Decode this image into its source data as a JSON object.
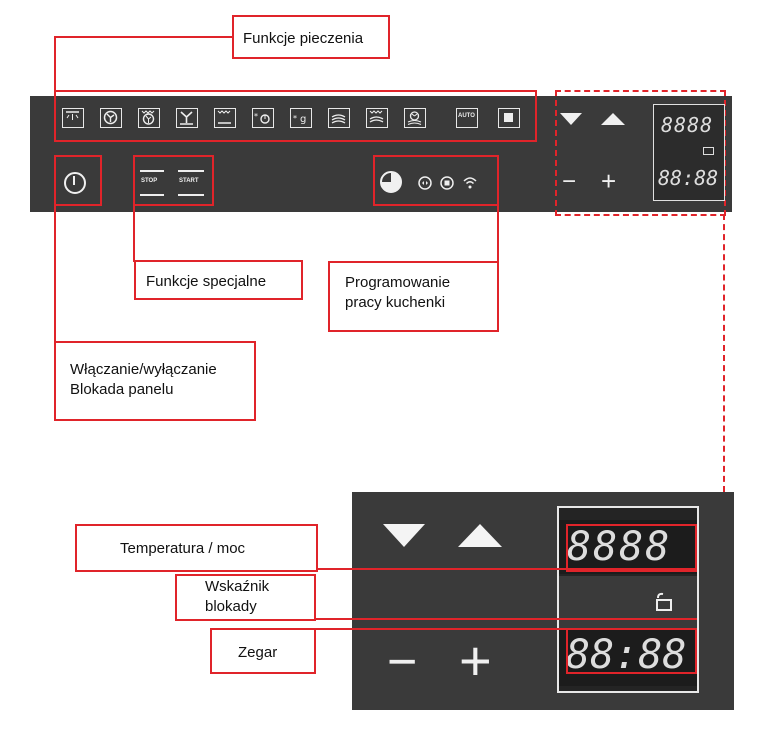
{
  "callouts": {
    "funkcje_pieczenia": "Funkcje pieczenia",
    "funkcje_specjalne": "Funkcje specjalne",
    "programowanie_line1": "Programowanie",
    "programowanie_line2": "pracy kuchenki",
    "wlaczanie_line1": "Włączanie/wyłączanie",
    "wlaczanie_line2": "Blokada panelu",
    "temperatura": "Temperatura / moc",
    "wskaznik_line1": "Wskaźnik",
    "wskaznik_line2": "blokady",
    "zegar": "Zegar"
  },
  "panel": {
    "stop_label": "STOP",
    "start_label": "START",
    "auto_label": "AUTO",
    "g_label": "g",
    "display_temp": "8888",
    "display_clock": "88:88",
    "minus": "−",
    "plus": "+"
  },
  "zoom": {
    "display_temp": "8888",
    "display_clock": "88:88",
    "minus": "−",
    "plus": "+"
  },
  "colors": {
    "panel_bg": "#3a3a3a",
    "highlight": "#e0242a",
    "symbol": "#f0f0f0"
  },
  "icons": [
    "top-heat-icon",
    "hot-air-fan-icon",
    "fan-grill-icon",
    "bottom-fan-icon",
    "top-bottom-heat-icon",
    "defrost-icon",
    "weight-icon",
    "microwave-icon",
    "microwave-grill-icon",
    "microwave-fan-icon",
    "auto-icon",
    "stop-square-icon"
  ]
}
